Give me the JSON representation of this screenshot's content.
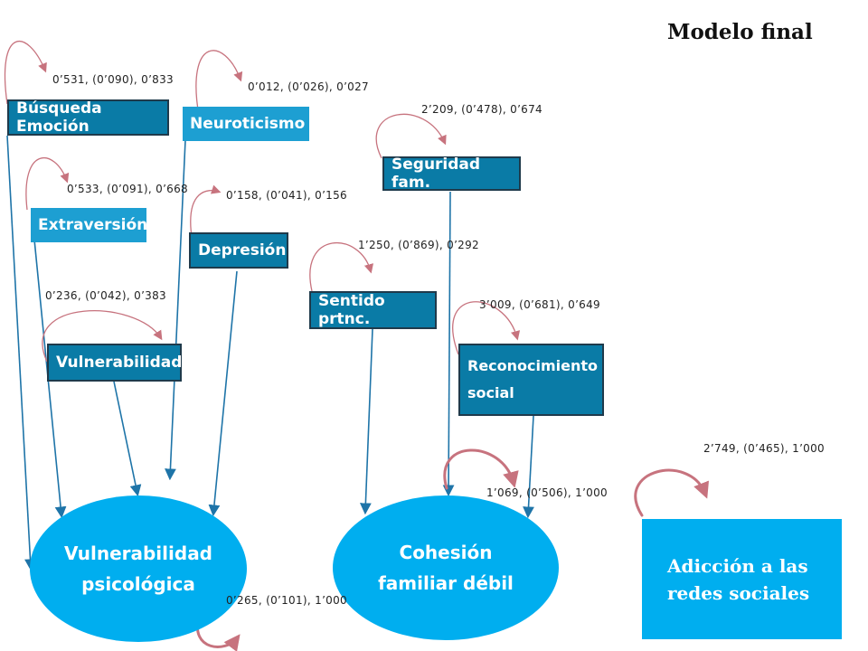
{
  "title": "Modelo final",
  "colors": {
    "box_dark": "#0a7ba6",
    "box_light": "#1d9fd2",
    "ellipse": "#00aeef",
    "arrow": "#c7737e",
    "line": "#1e74a8"
  },
  "nodes": {
    "busqueda": "Búsqueda Emoción",
    "neuroticismo": "Neuroticismo",
    "seguridad": "Seguridad fam.",
    "extraversion": "Extraversión",
    "depresion": "Depresión",
    "sentido": "Sentido prtnc.",
    "vulnerabilidad": "Vulnerabilidad",
    "reconocimiento_line1": "Reconocimiento",
    "reconocimiento_line2": "social",
    "vuln_psico_line1": "Vulnerabilidad",
    "vuln_psico_line2": "psicológica",
    "cohesion_line1": "Cohesión",
    "cohesion_line2": "familiar débil",
    "adiccion_line1": "Adicción a las",
    "adiccion_line2": "redes sociales"
  },
  "estimates": {
    "busqueda": "0’531, (0’090), 0’833",
    "neuroticismo": "0’012, (0’026), 0’027",
    "seguridad": "2’209, (0’478), 0’674",
    "extraversion": "0’533, (0’091), 0’668",
    "depresion": "0’158, (0’041), 0’156",
    "sentido": "1’250, (0’869), 0’292",
    "vulnerabilidad": "0’236, (0’042), 0’383",
    "reconocimiento": "3’009, (0’681), 0’649",
    "adiccion": "2’749, (0’465), 1’000",
    "cohesion": "1’069, (0’506), 1’000",
    "vuln_psico": "0’265, (0’101), 1’000"
  }
}
